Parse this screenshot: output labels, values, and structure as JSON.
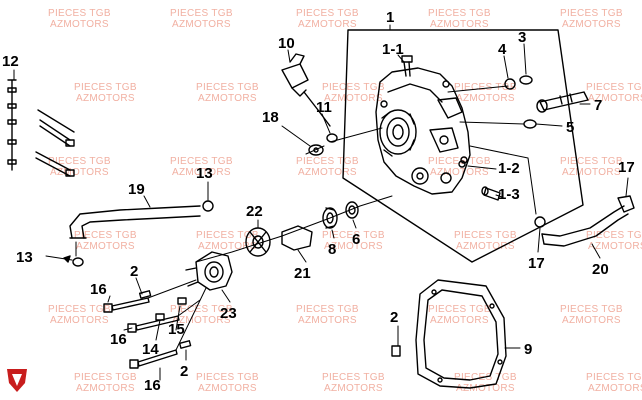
{
  "watermark": {
    "line1": "PIECES TGB",
    "line2": "AZMOTORS"
  },
  "colors": {
    "watermark": "#f1b0a2",
    "logo": "#c81d1d",
    "ink": "#000000"
  },
  "diagram": {
    "callouts": [
      {
        "id": "c1",
        "text": "1"
      },
      {
        "id": "c1-1",
        "text": "1-1"
      },
      {
        "id": "c1-2",
        "text": "1-2"
      },
      {
        "id": "c1-3",
        "text": "1-3"
      },
      {
        "id": "c2a",
        "text": "2"
      },
      {
        "id": "c2b",
        "text": "2"
      },
      {
        "id": "c2c",
        "text": "2"
      },
      {
        "id": "c3",
        "text": "3"
      },
      {
        "id": "c4",
        "text": "4"
      },
      {
        "id": "c5",
        "text": "5"
      },
      {
        "id": "c6",
        "text": "6"
      },
      {
        "id": "c7",
        "text": "7"
      },
      {
        "id": "c8",
        "text": "8"
      },
      {
        "id": "c9",
        "text": "9"
      },
      {
        "id": "c10",
        "text": "10"
      },
      {
        "id": "c11",
        "text": "11"
      },
      {
        "id": "c12",
        "text": "12"
      },
      {
        "id": "c13a",
        "text": "13"
      },
      {
        "id": "c13b",
        "text": "13"
      },
      {
        "id": "c14",
        "text": "14"
      },
      {
        "id": "c15",
        "text": "15"
      },
      {
        "id": "c16a",
        "text": "16"
      },
      {
        "id": "c16b",
        "text": "16"
      },
      {
        "id": "c16c",
        "text": "16"
      },
      {
        "id": "c17a",
        "text": "17"
      },
      {
        "id": "c17b",
        "text": "17"
      },
      {
        "id": "c18",
        "text": "18"
      },
      {
        "id": "c19",
        "text": "19"
      },
      {
        "id": "c20",
        "text": "20"
      },
      {
        "id": "c21",
        "text": "21"
      },
      {
        "id": "c22",
        "text": "22"
      },
      {
        "id": "c23",
        "text": "23"
      }
    ]
  }
}
